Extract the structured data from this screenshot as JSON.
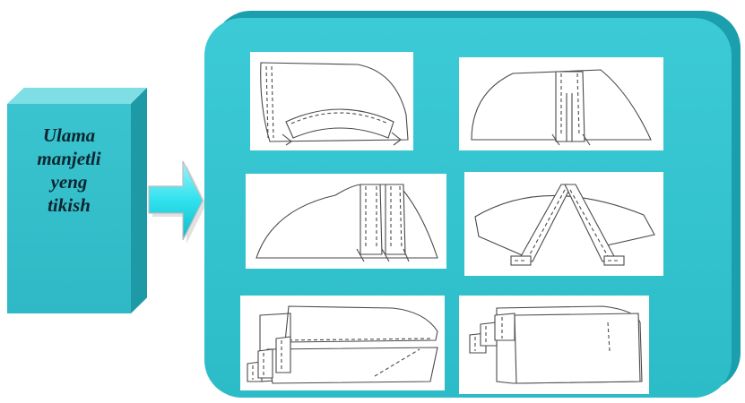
{
  "block": {
    "label_lines": [
      "Ulama",
      "manjetli",
      "yeng",
      "tikish"
    ],
    "color": "#2fb9c6"
  },
  "panel": {
    "color": "#33c3cf",
    "illustrations": [
      "cuff-seam-sketch-1",
      "cuff-seam-sketch-2",
      "cuff-seam-sketch-3",
      "cuff-seam-sketch-4",
      "cuff-seam-sketch-5",
      "cuff-seam-sketch-6"
    ]
  }
}
